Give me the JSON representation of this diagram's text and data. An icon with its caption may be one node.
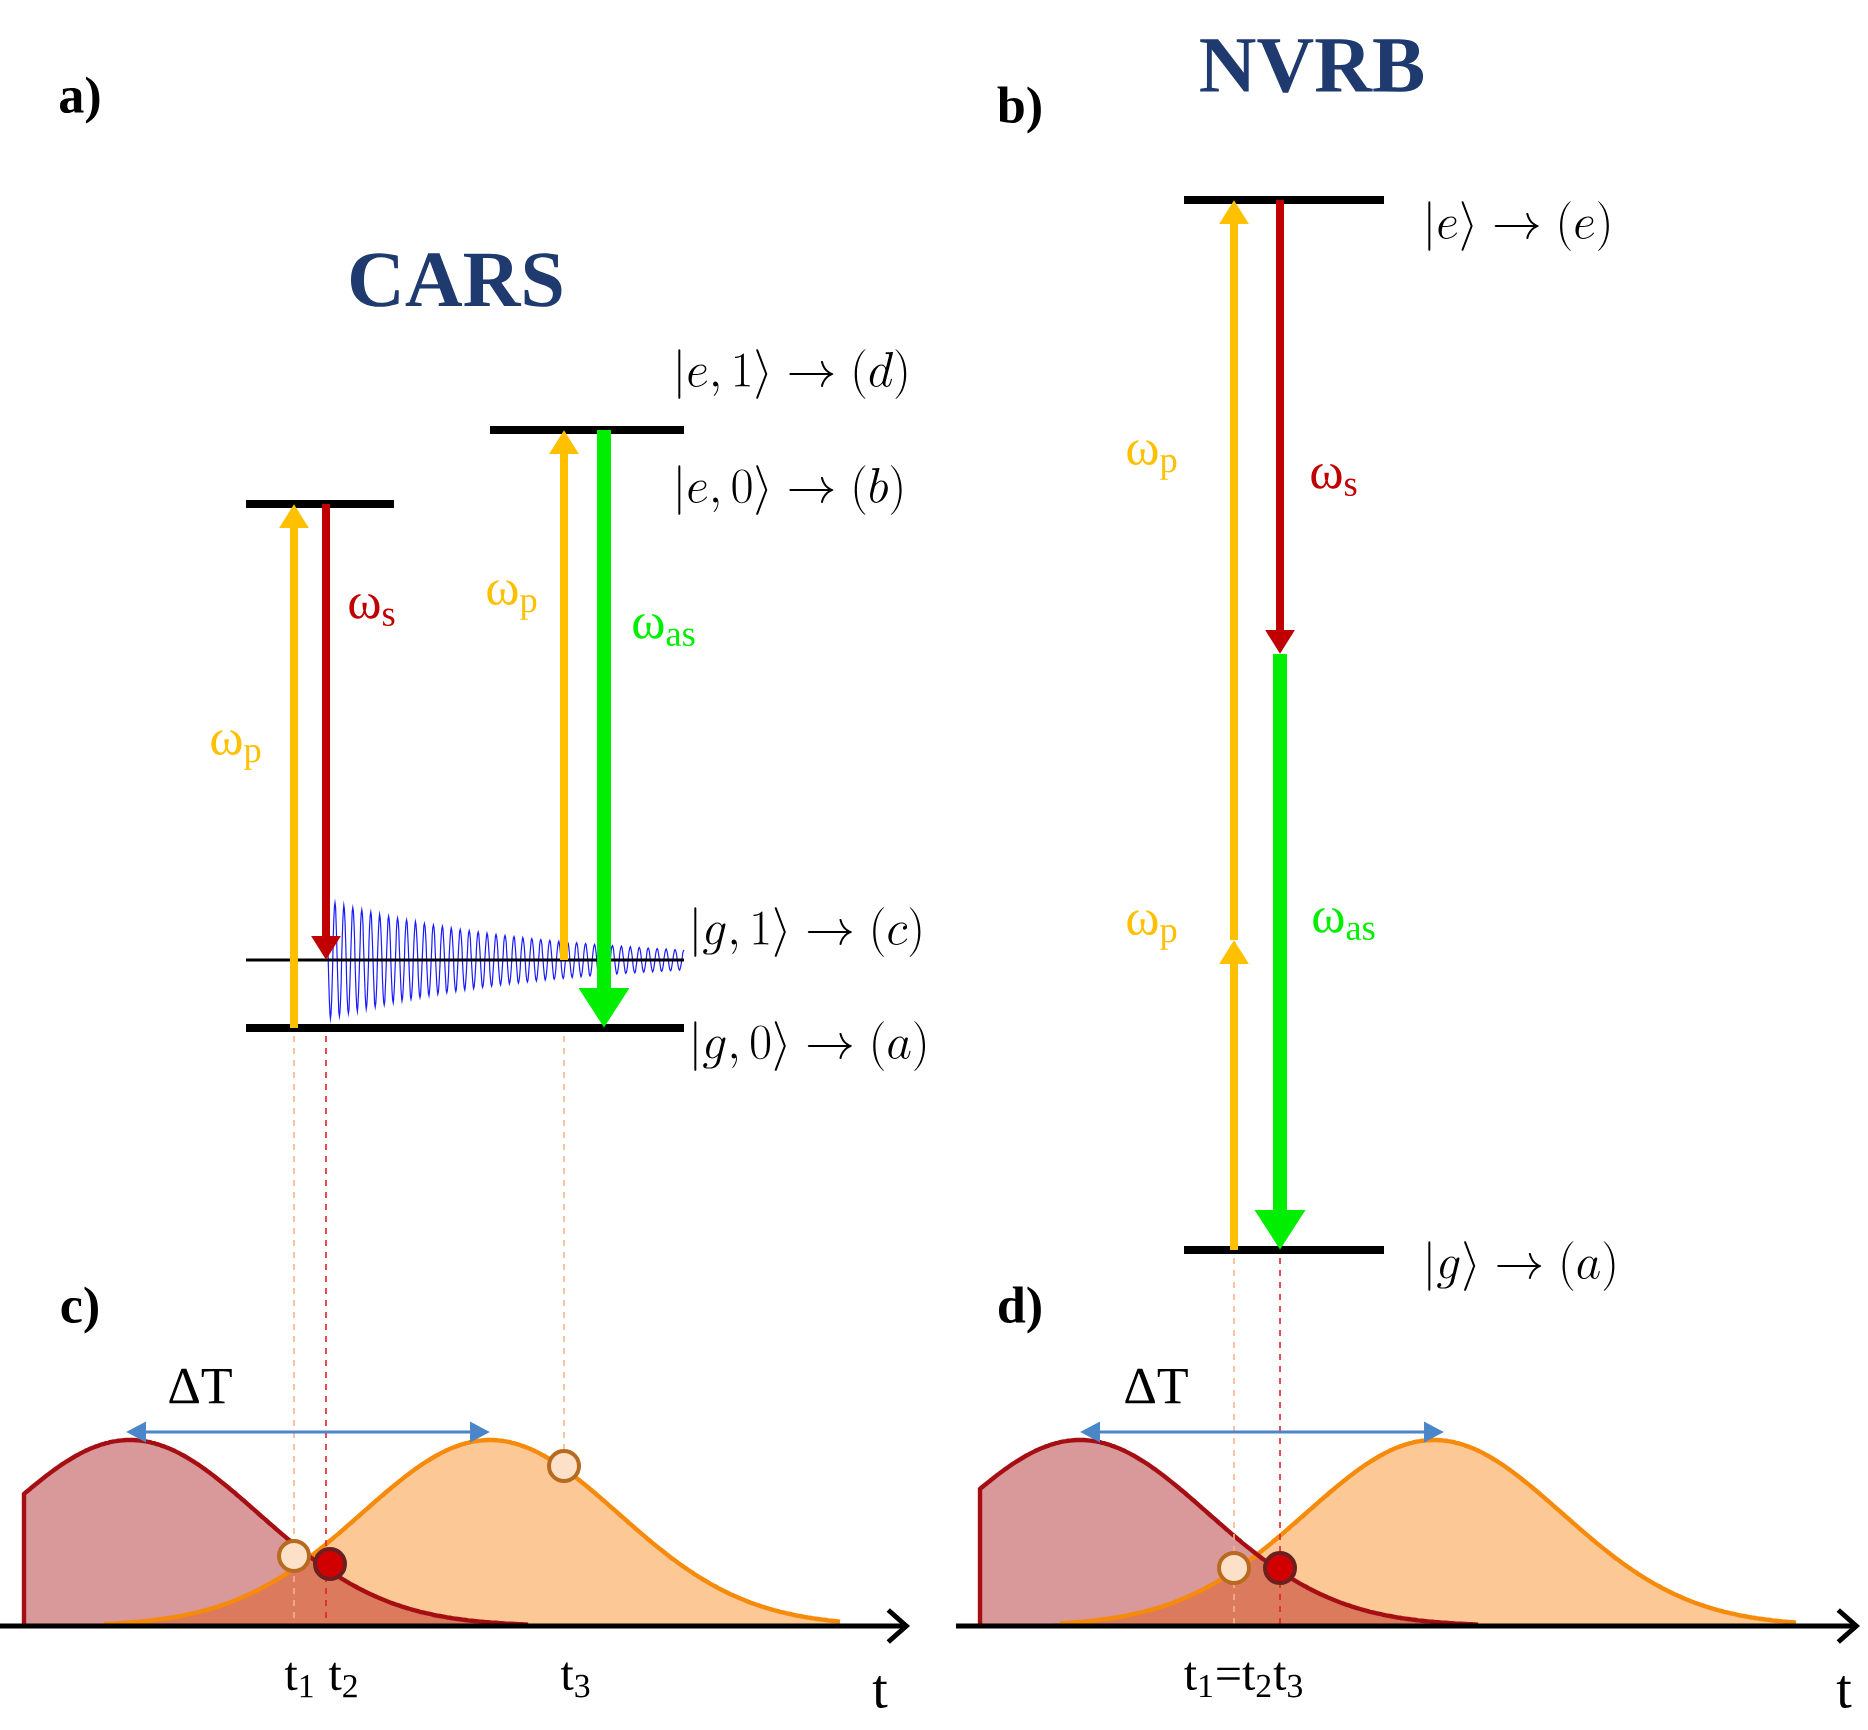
{
  "diagram": {
    "nodes": [
      {
        "text": [],
        "shape": "bar"
      },
      {
        "text": [
          "|e,1\\rangle \\rightarrow (d)",
          "|e,0\\rangle \\rightarrow (b)"
        ]
      },
      {
        "text": [
          "|g,1\\rangle \\rightarrow (c)"
        ]
      },
      {
        "text": [
          "|g,0\\rangle \\rightarrow (a)"
        ]
      },
      {
        "text": [
          "|e\\rangle \\rightarrow (e)"
        ]
      },
      {
        "text": [
          "|g\\rangle \\rightarrow (a)"
        ]
      }
    ],
    "edges": [
      {
        "from": 3,
        "to": 0,
        "arrow": "to",
        "label": "ω$_{p}$"
      },
      {
        "from": 0,
        "to": 2,
        "arrow": "to",
        "label": "ω$_{s}$",
        "color": "#c00000"
      },
      {
        "from": 2,
        "to": 1,
        "arrow": "to",
        "label": "ω$_{p}$"
      },
      {
        "from": 1,
        "to": 3,
        "arrow": "to",
        "label": "ω$_{as}$",
        "color": "#00ee00"
      },
      {
        "from": 5,
        "to": null,
        "arrow": "to",
        "label": "ω$_{p}$"
      },
      {
        "from": null,
        "to": 4,
        "arrow": "to",
        "label": "ω$_{p}$"
      },
      {
        "from": 4,
        "to": null,
        "arrow": "to",
        "label": "ω$_{s}$",
        "color": "#c00000"
      },
      {
        "from": null,
        "to": 5,
        "arrow": "to",
        "label": "ω$_{as}$",
        "color": "#00ee00"
      }
    ],
    "labels": [
      "a)",
      "CARS",
      "b)",
      "NVRB",
      "c)",
      "ΔT",
      "t$_{1}$",
      "t$_{2}$",
      "t$_{3}$",
      "t",
      "d)",
      "ΔT",
      "t$_{1}$=t$_{2}$t$_{3}$",
      "t"
    ]
  }
}
